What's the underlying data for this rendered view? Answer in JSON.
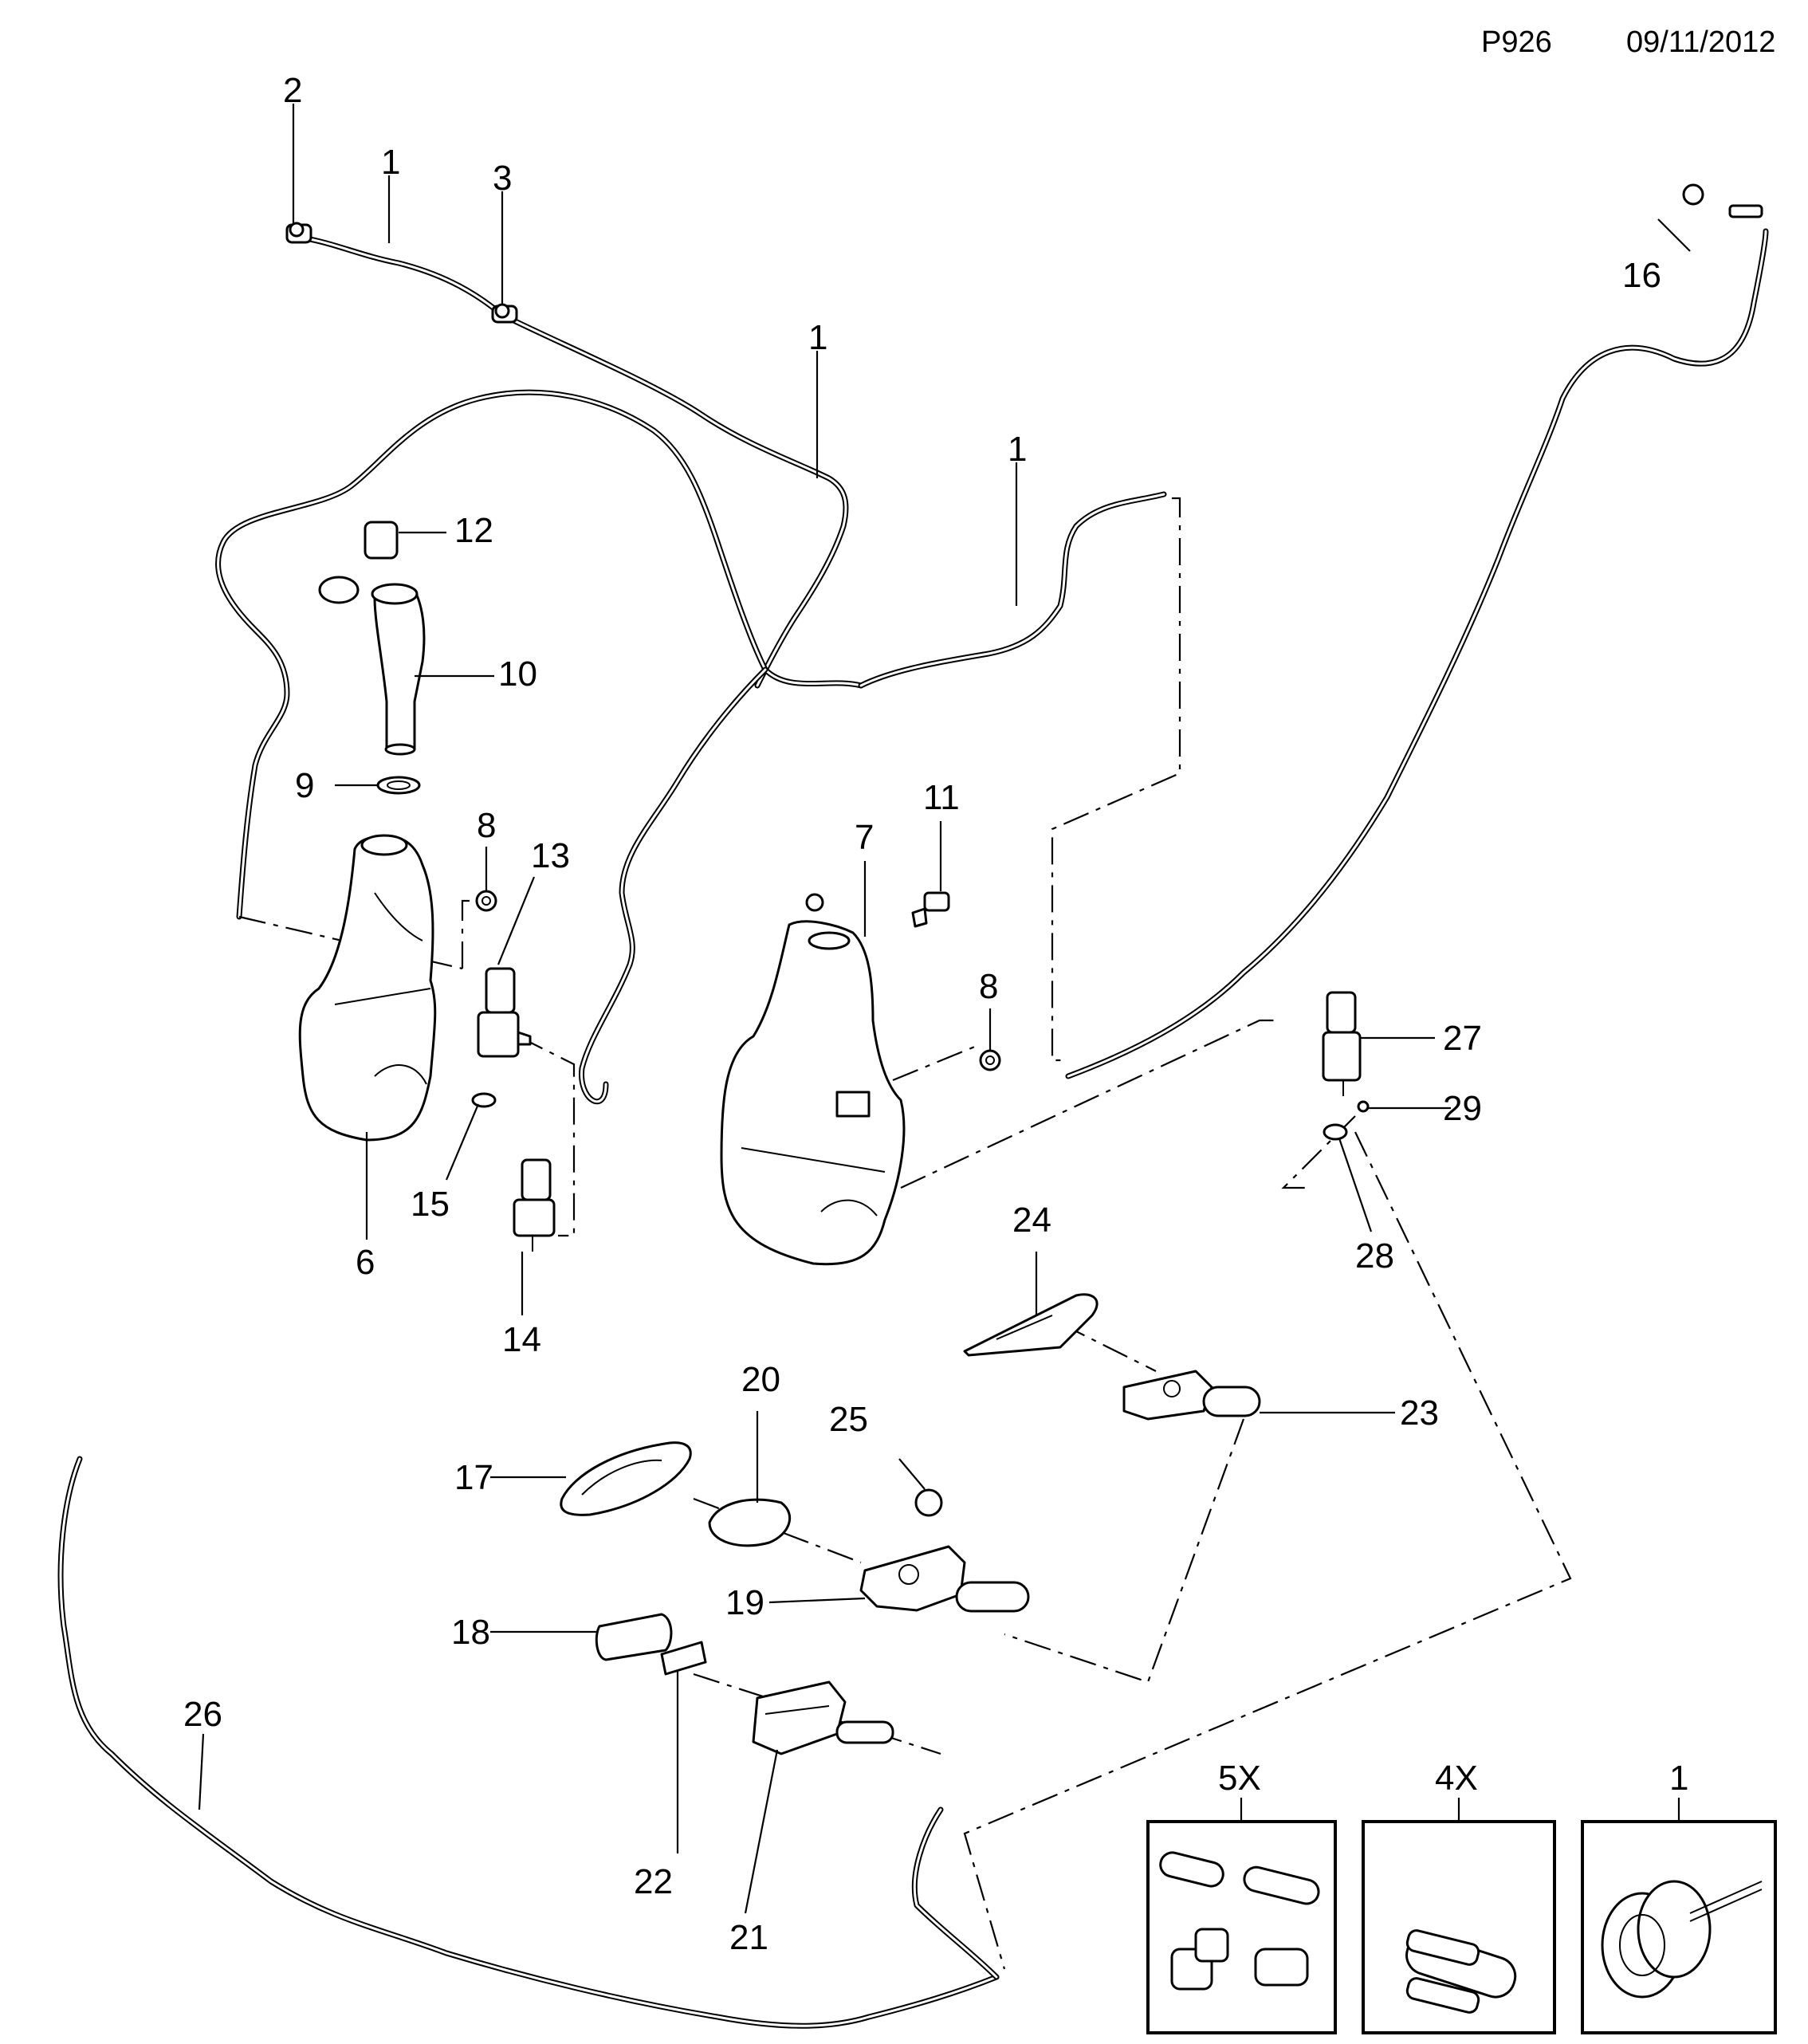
{
  "header": {
    "code": "P926",
    "date": "09/11/2012"
  },
  "callouts": {
    "n1a": "1",
    "n1b": "1",
    "n1c": "1",
    "n2": "2",
    "n3": "3",
    "n5": "5X",
    "n6": "6",
    "n7": "7",
    "n8a": "8",
    "n8b": "8",
    "n9": "9",
    "n10": "10",
    "n11": "11",
    "n12": "12",
    "n13": "13",
    "n14": "14",
    "n15": "15",
    "n16": "16",
    "n17": "17",
    "n18": "18",
    "n19": "19",
    "n20": "20",
    "n21": "21",
    "n22": "22",
    "n23": "23",
    "n24": "24",
    "n25": "25",
    "n26": "26",
    "n27": "27",
    "n28": "28",
    "n29": "29",
    "n4x": "4X",
    "n1box": "1"
  }
}
